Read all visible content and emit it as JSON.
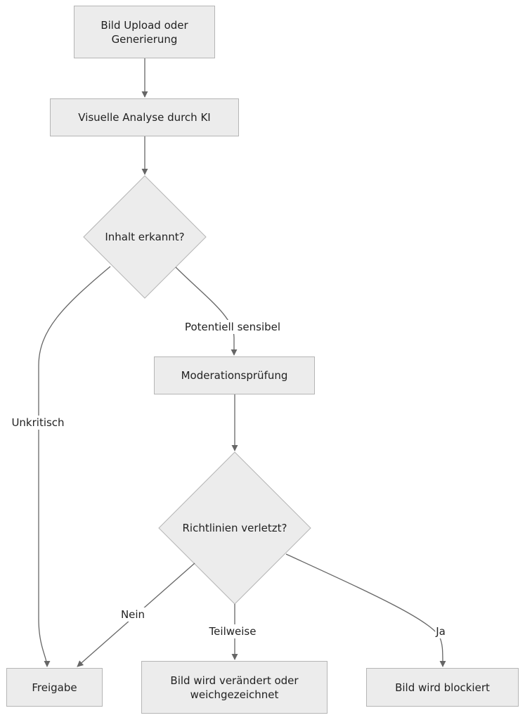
{
  "nodes": {
    "upload": "Bild Upload oder Generierung",
    "analyse": "Visuelle Analyse durch KI",
    "inhalt": "Inhalt erkannt?",
    "moderation": "Moderationsprüfung",
    "richtlinien": "Richtlinien verletzt?",
    "freigabe": "Freigabe",
    "veraendert": "Bild wird verändert oder weichgezeichnet",
    "blockiert": "Bild wird blockiert"
  },
  "edges": {
    "unkritisch": "Unkritisch",
    "sensibel": "Potentiell sensibel",
    "nein": "Nein",
    "teilweise": "Teilweise",
    "ja": "Ja"
  },
  "colors": {
    "node_fill": "#ececec",
    "node_border": "#b5b5b5",
    "edge": "#666666"
  }
}
